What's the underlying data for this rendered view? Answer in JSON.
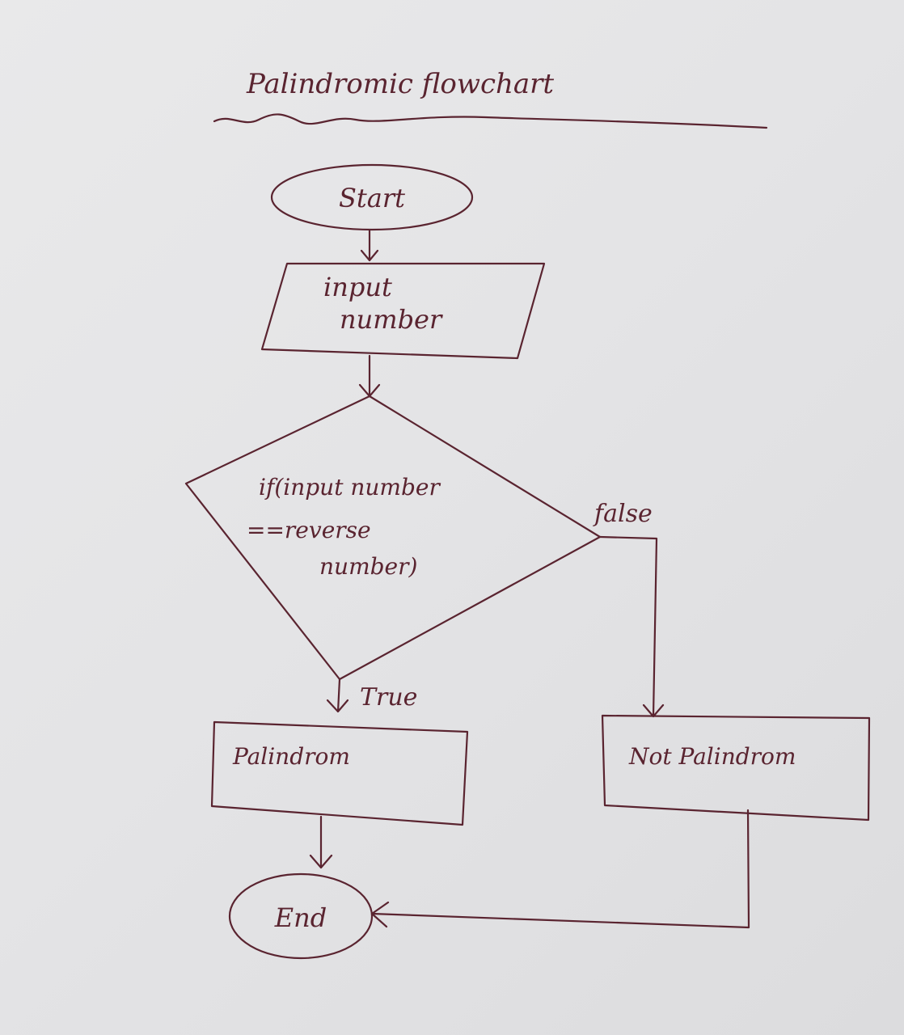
{
  "title": "Palindromic flowchart",
  "nodes": {
    "start": "Start",
    "input": [
      "input",
      "number"
    ],
    "decision": [
      "if(input number",
      "==reverse",
      "number)"
    ],
    "palindrome": "Palindrom",
    "not_palindrome": "Not Palindrom",
    "end": "End"
  },
  "edges": {
    "true_label": "True",
    "false_label": "false"
  },
  "colors": {
    "ink": "#5a2430",
    "paper": "#e6e6e8"
  }
}
